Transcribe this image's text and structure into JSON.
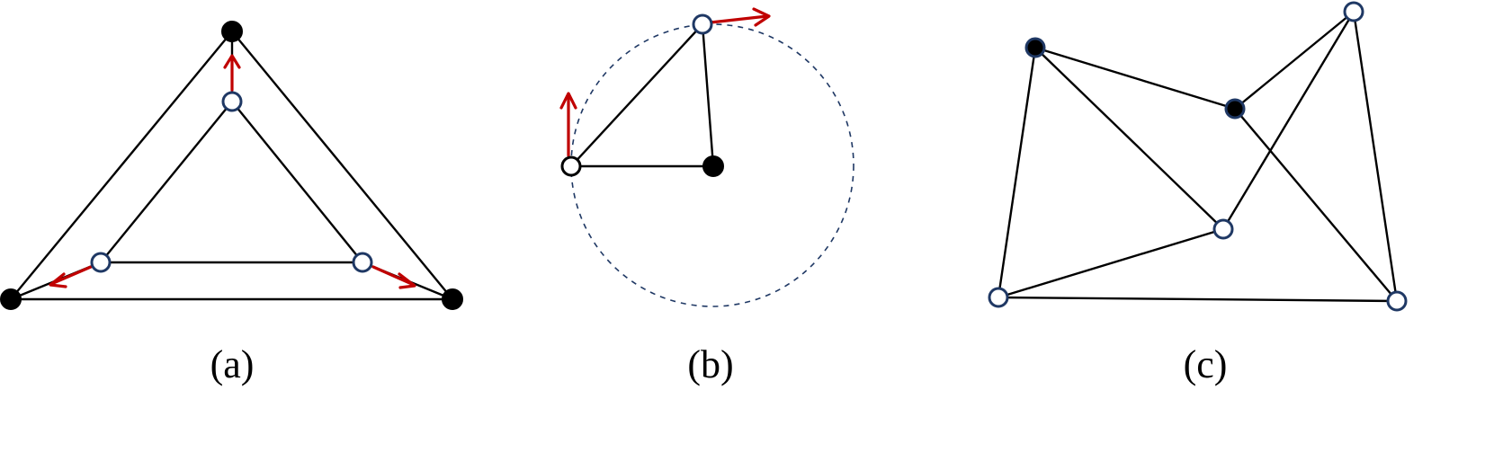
{
  "panels": [
    {
      "id": "a",
      "caption": "(a)"
    },
    {
      "id": "b",
      "caption": "(b)"
    },
    {
      "id": "c",
      "caption": "(c)"
    }
  ],
  "colors": {
    "edge": "#000000",
    "arrow": "#c00000",
    "node_outline": "#1f3864",
    "node_fill_open": "#ffffff",
    "node_fill_solid": "#000000",
    "circle_dashed": "#1f3864"
  }
}
